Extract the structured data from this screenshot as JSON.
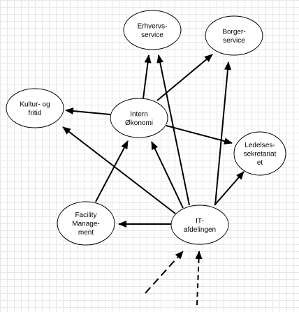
{
  "colors": {
    "line": "#000000",
    "node_fill": "#ffffff",
    "grid": "#e6e6e6"
  },
  "nodes": {
    "erhvervsservice": {
      "lines": [
        "Erhvervs-",
        "service"
      ]
    },
    "borgerservice": {
      "lines": [
        "Borger-",
        "service"
      ]
    },
    "kultur": {
      "lines": [
        "Kultur- og",
        "fritid"
      ]
    },
    "intern": {
      "lines": [
        "Intern",
        "Økonomi"
      ]
    },
    "ledelse": {
      "lines": [
        "Ledelses-",
        "sekretariat",
        "et"
      ]
    },
    "facility": {
      "lines": [
        "Facility",
        "Manage-",
        "ment"
      ]
    },
    "it": {
      "lines": [
        "IT-",
        "afdelingen"
      ]
    }
  },
  "edges": [
    {
      "from": "intern",
      "to": "erhvervsservice"
    },
    {
      "from": "intern",
      "to": "borgerservice"
    },
    {
      "from": "intern",
      "to": "kultur"
    },
    {
      "from": "intern",
      "to": "ledelse"
    },
    {
      "from": "facility",
      "to": "intern"
    },
    {
      "from": "it",
      "to": "erhvervsservice"
    },
    {
      "from": "it",
      "to": "borgerservice"
    },
    {
      "from": "it",
      "to": "kultur"
    },
    {
      "from": "it",
      "to": "intern"
    },
    {
      "from": "it",
      "to": "ledelse"
    },
    {
      "from": "it",
      "to": "facility"
    }
  ],
  "incoming": [
    {
      "to": "it",
      "style": "dashed"
    },
    {
      "to": "it",
      "style": "dashed"
    }
  ]
}
